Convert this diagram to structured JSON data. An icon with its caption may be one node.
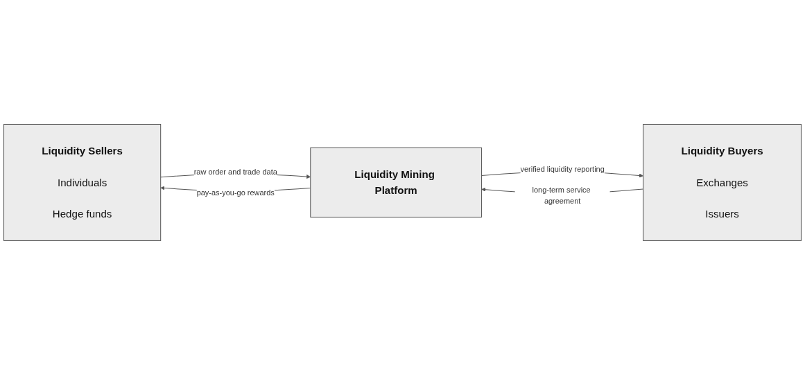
{
  "diagram": {
    "nodes": [
      {
        "text": [
          "Liquidity Sellers",
          "Individuals",
          "Hedge funds"
        ]
      },
      {
        "text": [
          "Liquidity Mining Platform"
        ]
      },
      {
        "text": [
          "Liquidity Buyers",
          "Exchanges",
          "Issuers"
        ]
      }
    ],
    "edges": [
      {
        "from": 0,
        "to": 1,
        "arrow": "to",
        "label": "raw order and trade data"
      },
      {
        "from": 1,
        "to": 0,
        "arrow": "to",
        "label": "pay-as-you-go rewards"
      },
      {
        "from": 1,
        "to": 2,
        "arrow": "to",
        "label": "verified liquidity reporting"
      },
      {
        "from": 2,
        "to": 1,
        "arrow": "to",
        "label": "long-term service agreement"
      }
    ]
  }
}
